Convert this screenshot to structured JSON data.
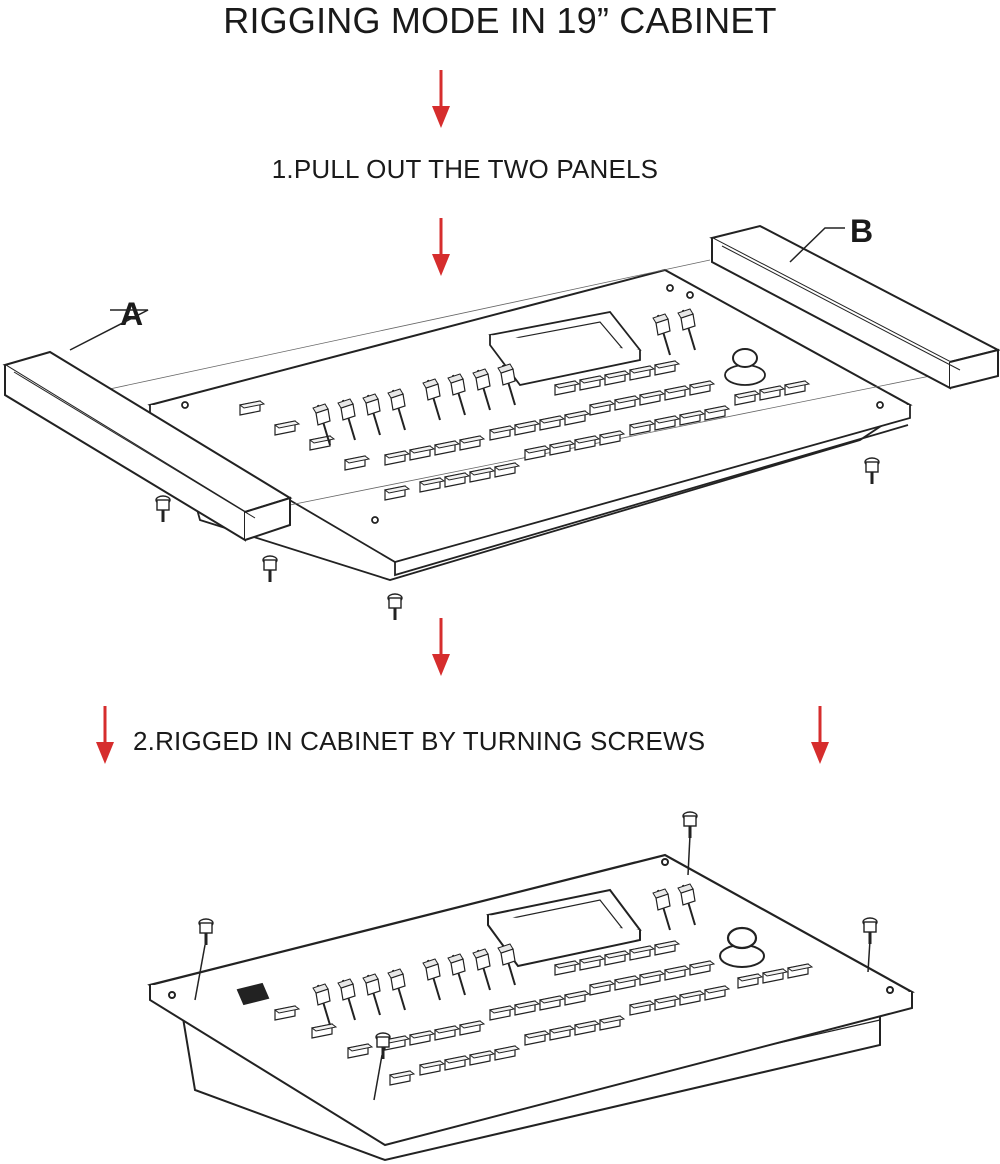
{
  "title": "RIGGING MODE IN 19” CABINET",
  "steps": {
    "step1": "1.PULL OUT THE TWO PANELS",
    "step2": "2.RIGGED IN CABINET BY TURNING SCREWS"
  },
  "labels": {
    "panel_a": "A",
    "panel_b": "B"
  },
  "colors": {
    "arrow": "#d62d2d",
    "line": "#222222"
  },
  "icons": {
    "arrow": "arrow-down-icon",
    "screw": "screw-icon",
    "joystick": "joystick-icon"
  }
}
